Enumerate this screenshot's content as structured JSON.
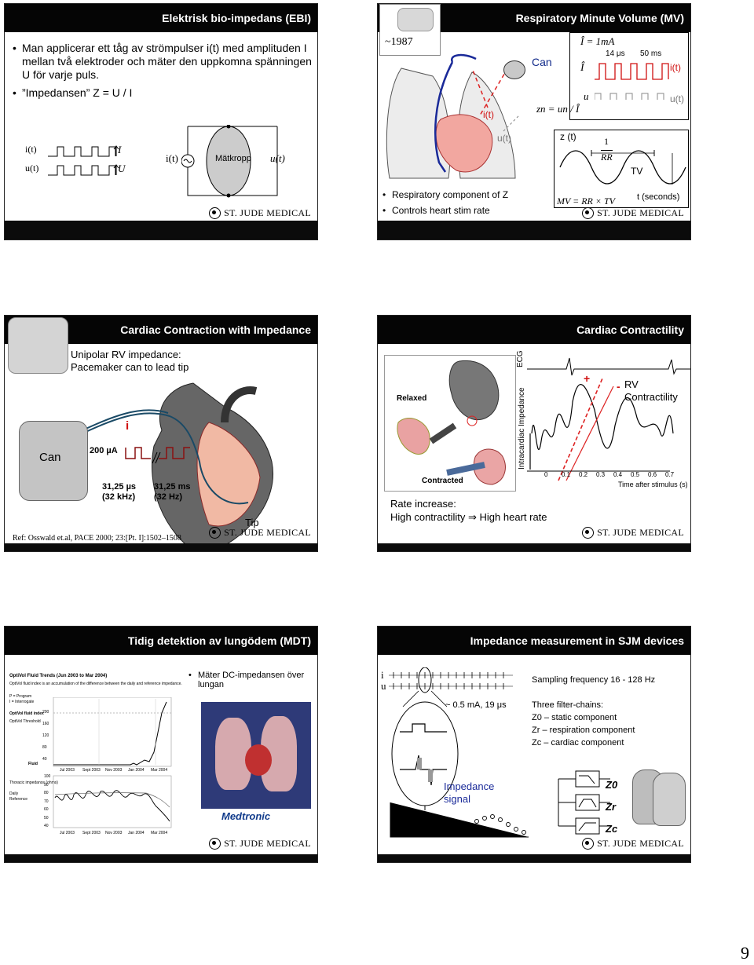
{
  "page_number": "9",
  "brand": "ST. JUDE MEDICAL",
  "slide1": {
    "title": "Elektrisk bio-impedans (EBI)",
    "bullet1": "Man applicerar ett tåg av strömpulser i(t) med amplituden I mellan två elektroder och mäter den uppkomna spänningen U för varje puls.",
    "bullet2": "”Impedansen” Z = U / I",
    "it": "i(t)",
    "ut": "u(t)",
    "I": "I",
    "U": "U",
    "body_label": "Mätkropp"
  },
  "slide2": {
    "title": "Respiratory Minute Volume (MV)",
    "year": "~1987",
    "can": "Can",
    "it": "i(t)",
    "ut": "u(t)",
    "i_hat_eq": "Î = 1mA",
    "i_hat": "Î",
    "u": "u",
    "pulse_width": "14 μs",
    "period": "50 ms",
    "zn_formula": "zn = un / Î",
    "zt": "z (t)",
    "one": "1",
    "rr": "RR",
    "tv": "TV",
    "seconds": "t (seconds)",
    "mv_formula": "MV = RR × TV",
    "bullet1": "Respiratory component of Z",
    "bullet2": "Controls heart stim rate"
  },
  "slide3": {
    "title": "Cardiac Contraction with Impedance",
    "subtitle_line1": "Unipolar RV impedance:",
    "subtitle_line2": "Pacemaker can to lead tip",
    "can": "Can",
    "i": "i",
    "amp": "200 µA",
    "pw": "31,25 µs",
    "pw_freq": "(32 kHz)",
    "per": "31,25 ms",
    "per_freq": "(32 Hz)",
    "tip": "Tip",
    "ref": "Ref: Osswald et.al, PACE 2000; 23:[Pt. I]:1502–1508"
  },
  "slide4": {
    "title": "Cardiac Contractility",
    "relaxed": "Relaxed",
    "contracted": "Contracted",
    "ecg": "ECG",
    "ylabel": "Intracardiac Impedance",
    "xlabel": "Time after stimulus (s)",
    "xticks": [
      "0",
      "0.1",
      "0.2",
      "0.3",
      "0.4",
      "0.5",
      "0.6",
      "0.7"
    ],
    "plus": "+",
    "minus": "-",
    "rv_line1": "RV",
    "rv_line2": "Contractility",
    "rate_line1": "Rate increase:",
    "rate_line2_a": "High contractility",
    "rate_arrow": "⇒",
    "rate_line2_b": "High heart rate"
  },
  "slide5": {
    "title": "Tidig detektion av lungödem (MDT)",
    "bullet1": "Mäter DC-impedansen över lungan",
    "chart_title": "OptiVol Fluid Trends (Jun 2003 to Mar 2004)",
    "chart_note": "OptiVol fluid index is an accumulation of the difference between the daily and reference impedance.",
    "legend_p": "P = Program",
    "legend_i": "I = Interrogate",
    "optivol_label": "OptiVol fluid index",
    "threshold_label": "OptiVol Threshold",
    "fluid_label": "Fluid",
    "thoracic_label": "Thoracic impedance (ohms)",
    "daily_label": "Daily",
    "reference_label": "Reference",
    "upper_yticks": [
      "200",
      "160",
      "120",
      "80",
      "40"
    ],
    "lower_yticks": [
      "100",
      "90",
      "80",
      "70",
      "60",
      "50",
      "40"
    ],
    "xticks": [
      "Jul 2003",
      "Sept 2003",
      "Nov 2003",
      "Jan 2004",
      "Mar 2004"
    ],
    "company": "Medtronic"
  },
  "slide6": {
    "title": "Impedance measurement  in SJM devices",
    "i": "i",
    "u": "u",
    "pulse_info": "~ 0.5 mA, 19 μs",
    "impedance_line1": "Impedance",
    "impedance_line2": "signal",
    "sampling": "Sampling frequency 16 - 128 Hz",
    "filters_title": "Three filter-chains:",
    "filter1": "Z0  – static component",
    "filter2": "Zr  – respiration component",
    "filter3": "Zc  – cardiac component",
    "z0": "Z0",
    "zr": "Zr",
    "zc": "Zc"
  }
}
